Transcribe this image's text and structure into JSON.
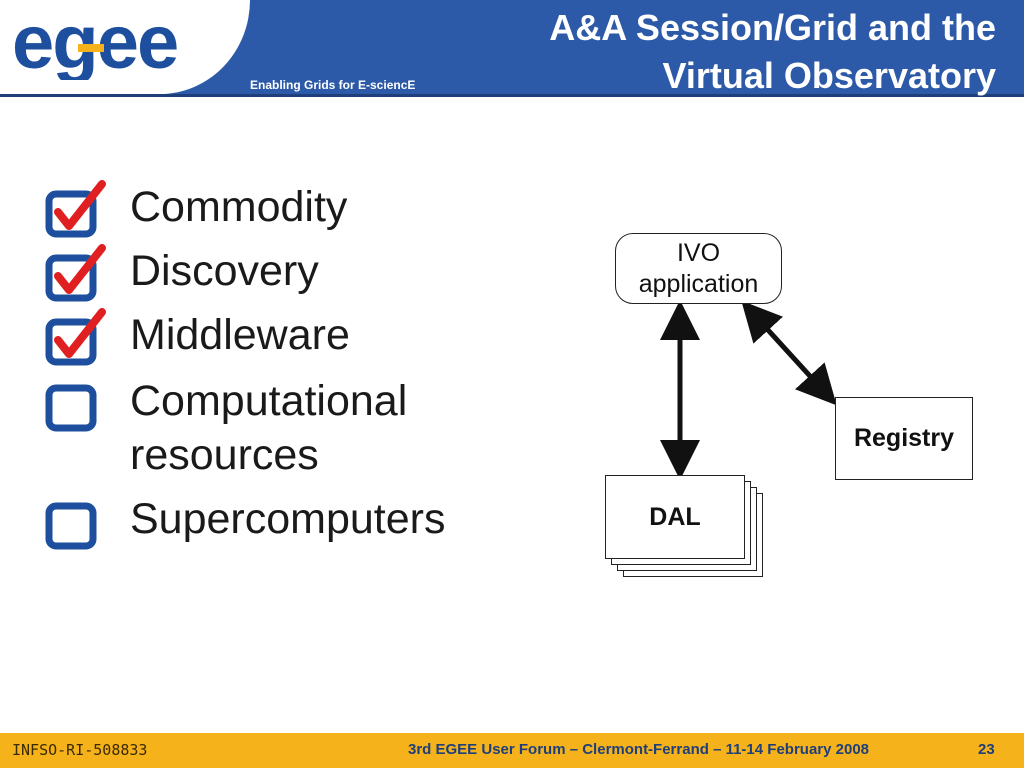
{
  "header": {
    "logo_text": "egee",
    "tagline": "Enabling Grids for E-sciencE",
    "title_line1": "A&A Session/Grid and the",
    "title_line2": "Virtual Observatory",
    "colors": {
      "header_bg": "#2d5aa8",
      "logo_blue": "#1d4f9e",
      "logo_yellow": "#f5b21a"
    }
  },
  "checklist": {
    "items": [
      {
        "label": "Commodity",
        "checked": true
      },
      {
        "label": "Discovery",
        "checked": true
      },
      {
        "label": "Middleware",
        "checked": true
      },
      {
        "label": "Computational\nresources",
        "checked": false
      },
      {
        "label": "Supercomputers",
        "checked": false
      }
    ],
    "icons": {
      "box": "checkbox-icon",
      "check": "red-checkmark-icon"
    },
    "colors": {
      "box": "#1d4f9e",
      "check": "#e02020"
    }
  },
  "diagram": {
    "ivo_label": "IVO\napplication",
    "registry_label": "Registry",
    "dal_label": "DAL"
  },
  "footer": {
    "left_text": "INFSO-RI-508833",
    "center_text": "3rd EGEE User Forum – Clermont-Ferrand – 11-14 February 2008",
    "page_number": "23",
    "colors": {
      "bg": "#f5b21a"
    }
  }
}
